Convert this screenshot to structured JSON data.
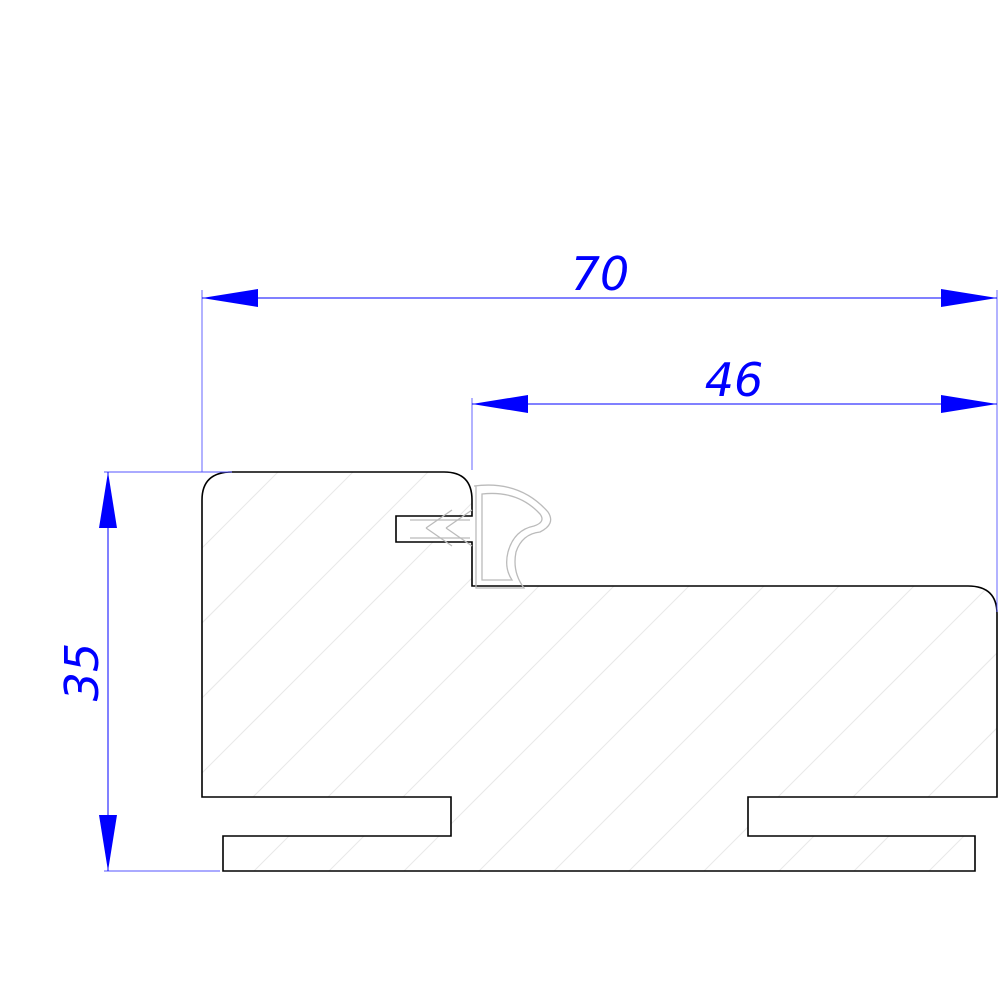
{
  "dimensions": {
    "overall_width": "70",
    "rebate_width": "46",
    "height": "35"
  },
  "colors": {
    "dimension": "#0000ff",
    "extension_line": "#5555ff",
    "outline": "#000000",
    "seal": "#bbbbbb",
    "hatch": "#e8e8e8"
  }
}
